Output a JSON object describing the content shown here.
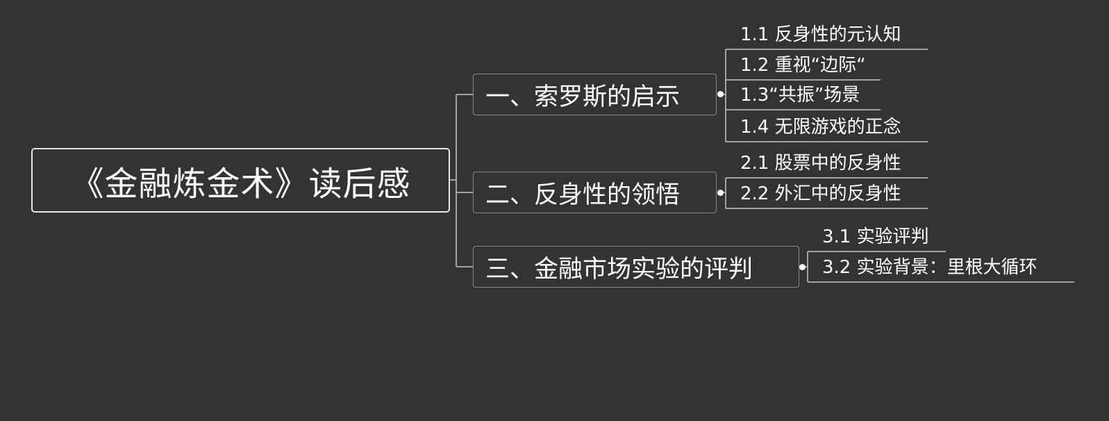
{
  "central_topic": "《金融炼金术》读后感",
  "branches": [
    {
      "label": "一、索罗斯的启示",
      "children": [
        "1.1 反身性的元认知",
        "1.2 重视“边际“",
        "1.3“共振”场景",
        "1.4 无限游戏的正念"
      ]
    },
    {
      "label": "二、反身性的领悟",
      "children": [
        "2.1 股票中的反身性",
        "2.2 外汇中的反身性"
      ]
    },
    {
      "label": "三、金融市场实验的评判",
      "children": [
        "3.1 实验评判",
        "3.2 实验背景：里根大循环"
      ]
    }
  ],
  "colors": {
    "background": "#333333",
    "text": "#ffffff",
    "line": "#c8c8c8",
    "topic_border": "#8a8a8a"
  }
}
